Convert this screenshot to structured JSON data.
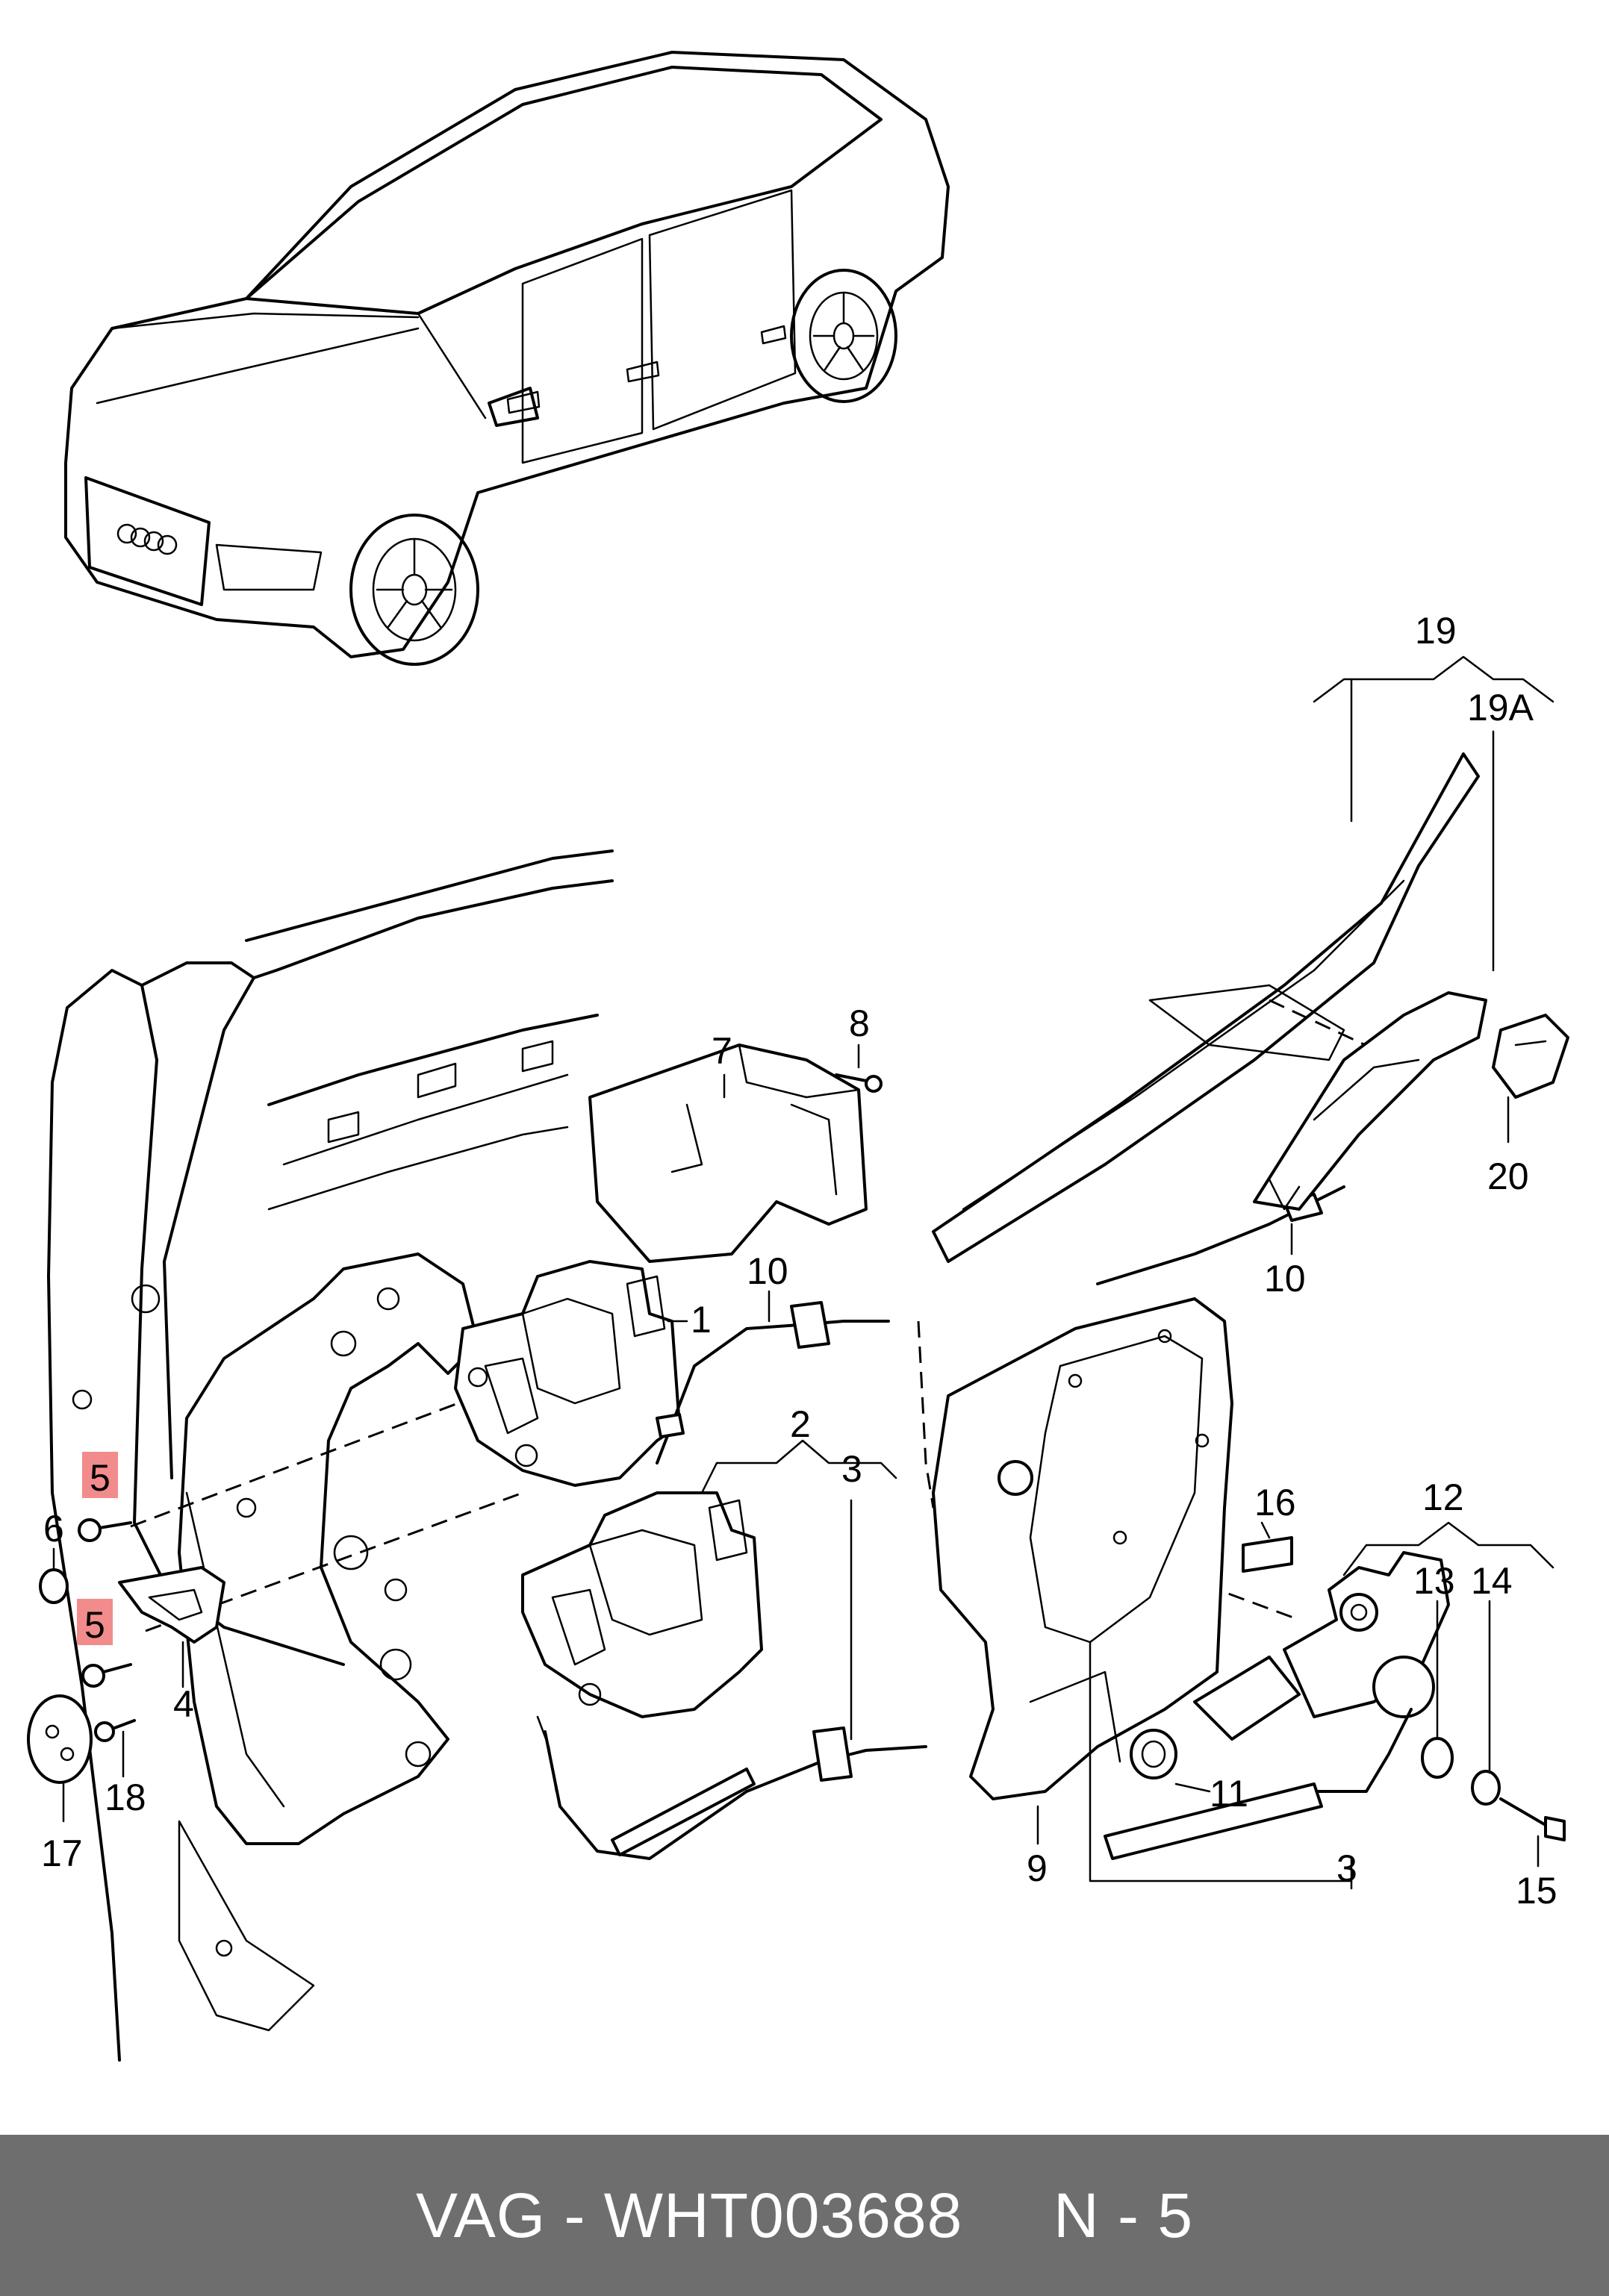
{
  "callouts": {
    "c1": "1",
    "c2": "2",
    "c3a": "3",
    "c3b": "3",
    "c4": "4",
    "c5a": "5",
    "c5b": "5",
    "c6": "6",
    "c7": "7",
    "c8": "8",
    "c9": "9",
    "c10a": "10",
    "c10b": "10",
    "c11": "11",
    "c12": "12",
    "c13": "13",
    "c14": "14",
    "c15": "15",
    "c16": "16",
    "c17": "17",
    "c18": "18",
    "c19": "19",
    "c19a": "19A",
    "c20": "20"
  },
  "highlight_color": "#f28b8b",
  "footer": {
    "text": "VAG - WHT003688     N - 5",
    "background": "#6e6e6e"
  }
}
